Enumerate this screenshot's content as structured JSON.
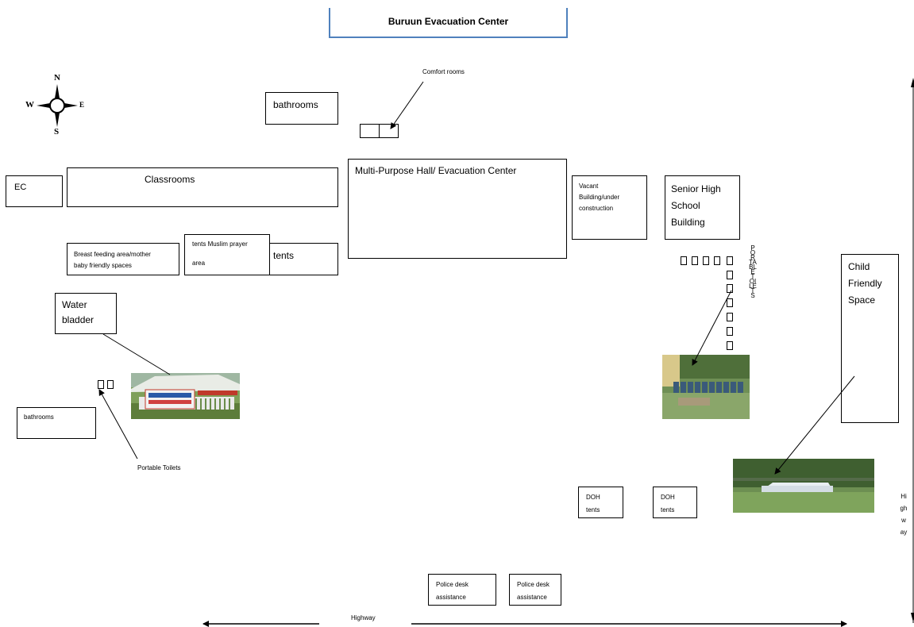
{
  "title": "Buruun Evacuation Center",
  "compass": {
    "n": "N",
    "s": "S",
    "e": "E",
    "w": "W"
  },
  "labels": {
    "bathrooms_top": "bathrooms",
    "comfort_rooms": "Comfort rooms",
    "ec": "EC",
    "classrooms": "Classrooms",
    "multipurpose_hall": "Multi-Purpose Hall/ Evacuation Center",
    "vacant_building": "Vacant\nBuilding/under\nconstruction",
    "senior_high": "Senior High\nSchool\nBuilding",
    "breastfeeding": "Breast feeding area/mother\nbaby friendly spaces",
    "tents_muslim": "tents Muslim prayer\n\narea",
    "tents": "tents",
    "water_bladder": "Water\nbladder",
    "child_friendly": "Child\nFriendly\nSpace",
    "bathrooms_left": "bathrooms",
    "portable_toilets_left": "Portable Toilets",
    "portable_toilets_vertical": "PORTABLE TOILETS",
    "doh_tents_1": "DOH\ntents",
    "doh_tents_2": "DOH\ntents",
    "police_1": "Police desk\nassistance",
    "police_2": "Police desk\nassistance",
    "highway_bottom": "Highway",
    "highway_right": "Highway"
  },
  "colors": {
    "line": "#000000",
    "title_border": "#4f81bd"
  },
  "photos": {
    "water_bladder_photo": "outdoor-tent-banner-photo",
    "toilets_photo": "portable-toilets-row-photo",
    "child_space_photo": "white-tent-field-photo"
  }
}
